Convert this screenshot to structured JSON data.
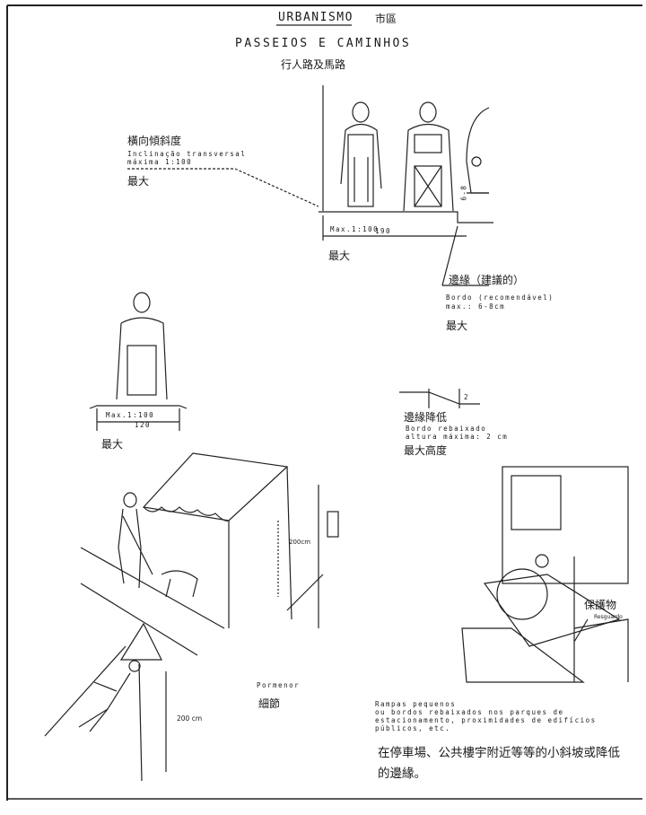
{
  "header": {
    "section_pt": "URBANISMO",
    "section_zh": "市區",
    "title_pt": "PASSEIOS E CAMINHOS",
    "title_zh": "行人路及馬路"
  },
  "top_diagram": {
    "slope_zh": "橫向傾斜度",
    "slope_pt_1": "Inclinação transversal",
    "slope_pt_2": "máxima 1:100",
    "slope_max_zh": "最大",
    "dim_slope": "Max.1:100",
    "dim_width": "190",
    "dim_max_zh": "最大",
    "curb_dim": "6-8",
    "curb_zh": "邊緣（建議的）",
    "curb_pt_1": "Bordo (recomendável)",
    "curb_pt_2": "max.: 6-8cm",
    "curb_max_zh": "最大"
  },
  "mid_diagram": {
    "dim_slope": "Max.1:100",
    "dim_width": "120",
    "dim_max_zh": "最大"
  },
  "lowered_curb": {
    "dim": "2",
    "label_zh": "邊緣降低",
    "label_pt_1": "Bordo rebaixado",
    "label_pt_2": "altura máxima: 2 cm",
    "max_height_zh": "最大高度"
  },
  "awning": {
    "height": "200cm"
  },
  "detail": {
    "label_pt": "Pormenor",
    "label_zh": "細節",
    "height": "200 cm"
  },
  "ramp": {
    "guard_zh": "保護物",
    "guard_pt": "Resguardo",
    "caption_pt_1": "Rampas pequenos",
    "caption_pt_2": "ou bordos rebaixados nos parques de",
    "caption_pt_3": "estacionamento, proximidades de edifícios",
    "caption_pt_4": "públicos, etc.",
    "caption_zh_1": "在停車場、公共樓宇附近等等的小斜坡或降低",
    "caption_zh_2": "的邊緣。"
  }
}
